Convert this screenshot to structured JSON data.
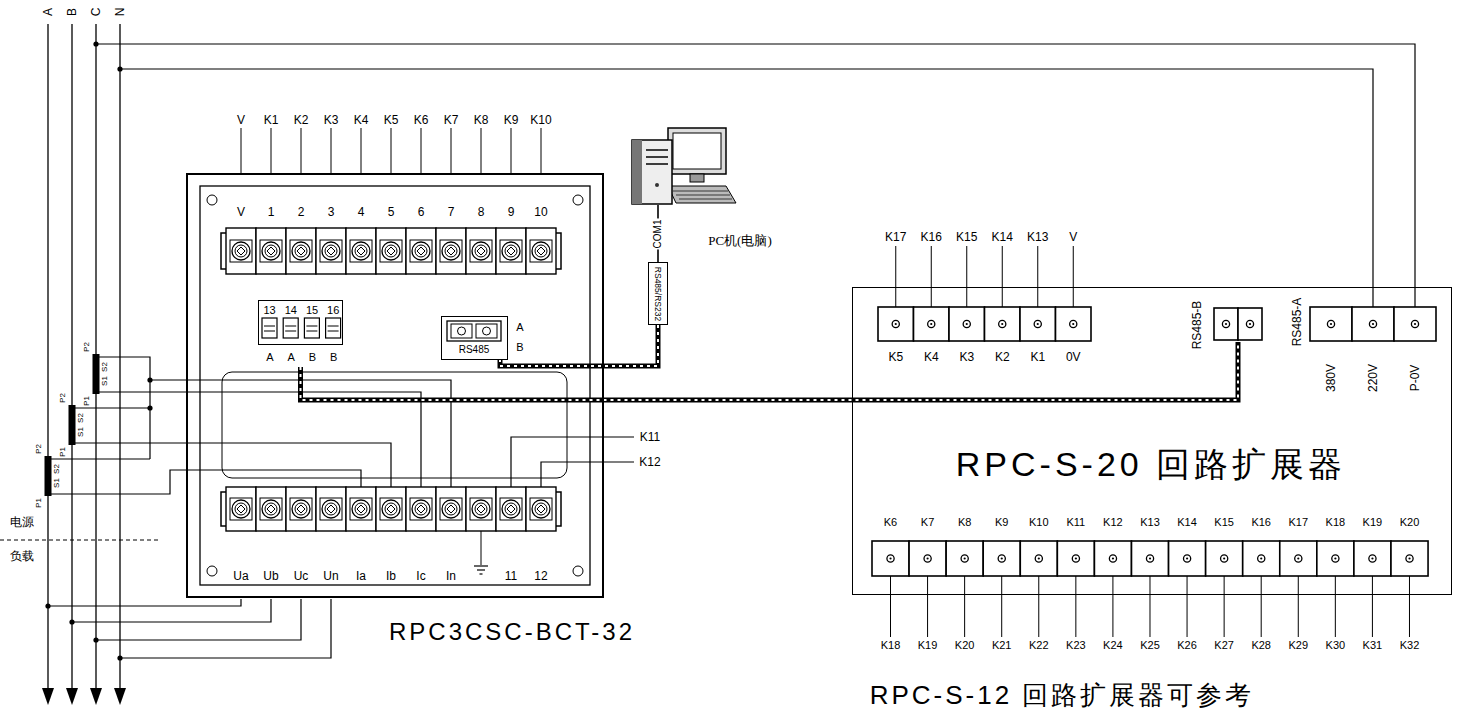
{
  "diagram": {
    "caption": "RPC-S-12 回路扩展器可参考",
    "nodes": [
      {
        "text": [
          "RPC3CSC-BCT-32"
        ]
      },
      {
        "text": [
          "13",
          "14",
          "15",
          "16"
        ],
        "in": 0
      },
      {
        "text": [
          "RS485"
        ],
        "in": 0
      },
      {
        "text": [
          "PC机(电脑)"
        ]
      },
      {
        "text": [
          "RS485/RS232"
        ]
      },
      {
        "text": [
          "RPC-S-20 回路扩展器"
        ]
      }
    ],
    "edges": [
      {
        "from": 3,
        "to": 4,
        "label": "COM1",
        "arrow": "none"
      },
      {
        "from": 4,
        "to": 2,
        "arrow": "none"
      },
      {
        "from": 1,
        "to": 5,
        "arrow": "none"
      }
    ],
    "labels": [
      "A",
      "B",
      "C",
      "N",
      "V",
      "K1",
      "K2",
      "K3",
      "K4",
      "K5",
      "K6",
      "K7",
      "K8",
      "K9",
      "K10",
      "V",
      "1",
      "2",
      "3",
      "4",
      "5",
      "6",
      "7",
      "8",
      "9",
      "10",
      "A",
      "A",
      "B",
      "B",
      "A",
      "B",
      "Ua",
      "Ub",
      "Uc",
      "Un",
      "Ia",
      "Ib",
      "Ic",
      "In",
      "11",
      "12",
      "K11",
      "K12",
      "P1",
      "P2",
      "S1",
      "S2",
      "P1",
      "P2",
      "S1",
      "S2",
      "P1",
      "P2",
      "S1",
      "S2",
      "电源",
      "负载",
      "K17",
      "K16",
      "K15",
      "K14",
      "K13",
      "V",
      "K5",
      "K4",
      "K3",
      "K2",
      "K1",
      "0V",
      "RS485-B",
      "RS485-A",
      "380V",
      "220V",
      "P-0V",
      "K6",
      "K7",
      "K8",
      "K9",
      "K10",
      "K11",
      "K12",
      "K13",
      "K14",
      "K15",
      "K16",
      "K17",
      "K18",
      "K19",
      "K20",
      "K18",
      "K19",
      "K20",
      "K21",
      "K22",
      "K23",
      "K24",
      "K25",
      "K26",
      "K27",
      "K28",
      "K29",
      "K30",
      "K31",
      "K32"
    ]
  }
}
